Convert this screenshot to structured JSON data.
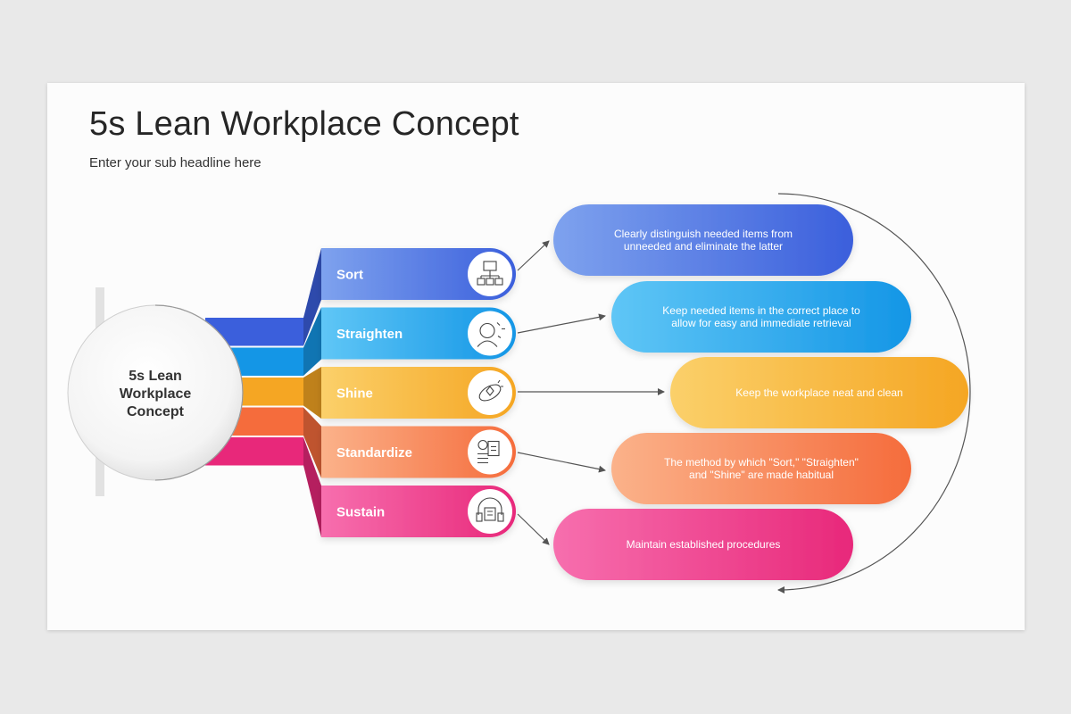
{
  "title": "5s Lean Workplace Concept",
  "subtitle": "Enter your sub headline here",
  "center": {
    "lines": [
      "5s Lean",
      "Workplace",
      "Concept"
    ]
  },
  "steps": [
    {
      "label": "Sort",
      "icon": "organization-chart-icon",
      "description_lines": [
        "Clearly distinguish needed items from",
        "unneeded and eliminate the latter"
      ],
      "color_start": "#3b5fdc",
      "color_end": "#7ea2ee"
    },
    {
      "label": "Straighten",
      "icon": "person-ideas-icon",
      "description_lines": [
        "Keep needed items in the correct place to",
        "allow for easy and immediate retrieval"
      ],
      "color_start": "#1496e6",
      "color_end": "#5fc6f6"
    },
    {
      "label": "Shine",
      "icon": "sparkle-clean-icon",
      "description_lines": [
        "Keep the workplace neat and clean"
      ],
      "color_start": "#f5a623",
      "color_end": "#fbd06a"
    },
    {
      "label": "Standardize",
      "icon": "document-gear-icon",
      "description_lines": [
        "The method by which \"Sort,\" \"Straighten\"",
        "and \"Shine\" are made habitual"
      ],
      "color_start": "#f56c3c",
      "color_end": "#fbb28a"
    },
    {
      "label": "Sustain",
      "icon": "headset-support-icon",
      "description_lines": [
        "Maintain established procedures"
      ],
      "color_start": "#e8287a",
      "color_end": "#f76fae"
    }
  ],
  "colors": {
    "background": "#e9e9e9",
    "slide": "#fcfcfc",
    "title": "#262626"
  }
}
